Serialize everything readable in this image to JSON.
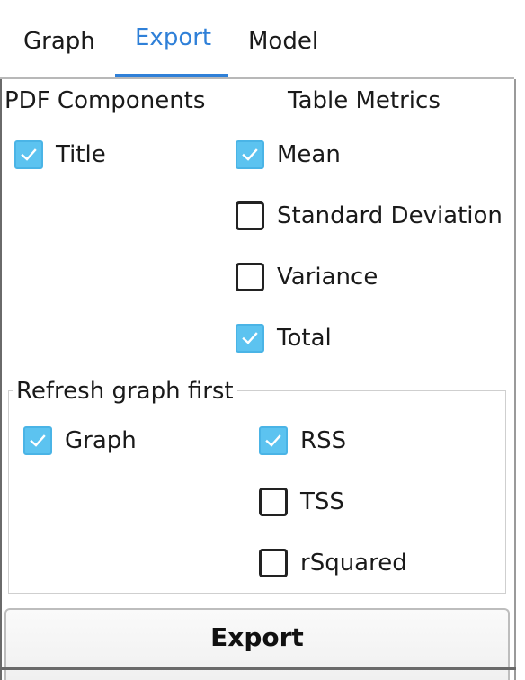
{
  "tabs": [
    {
      "label": "Graph",
      "active": false
    },
    {
      "label": "Export",
      "active": true
    },
    {
      "label": "Model",
      "active": false
    }
  ],
  "pdf_components": {
    "heading": "PDF Components",
    "items": [
      {
        "label": "Title",
        "checked": true
      }
    ]
  },
  "table_metrics": {
    "heading": "Table Metrics",
    "items": [
      {
        "label": "Mean",
        "checked": true
      },
      {
        "label": "Standard Deviation",
        "checked": false
      },
      {
        "label": "Variance",
        "checked": false
      },
      {
        "label": "Total",
        "checked": true
      }
    ]
  },
  "refresh_group": {
    "title": "Refresh graph first",
    "left_items": [
      {
        "label": "Graph",
        "checked": true
      }
    ],
    "right_items": [
      {
        "label": "RSS",
        "checked": true
      },
      {
        "label": "TSS",
        "checked": false
      },
      {
        "label": "rSquared",
        "checked": false
      }
    ]
  },
  "export_button": {
    "label": "Export"
  },
  "colors": {
    "accent": "#2f80d8",
    "checkbox_fill": "#5cc3f0",
    "checkbox_border": "#222222"
  }
}
